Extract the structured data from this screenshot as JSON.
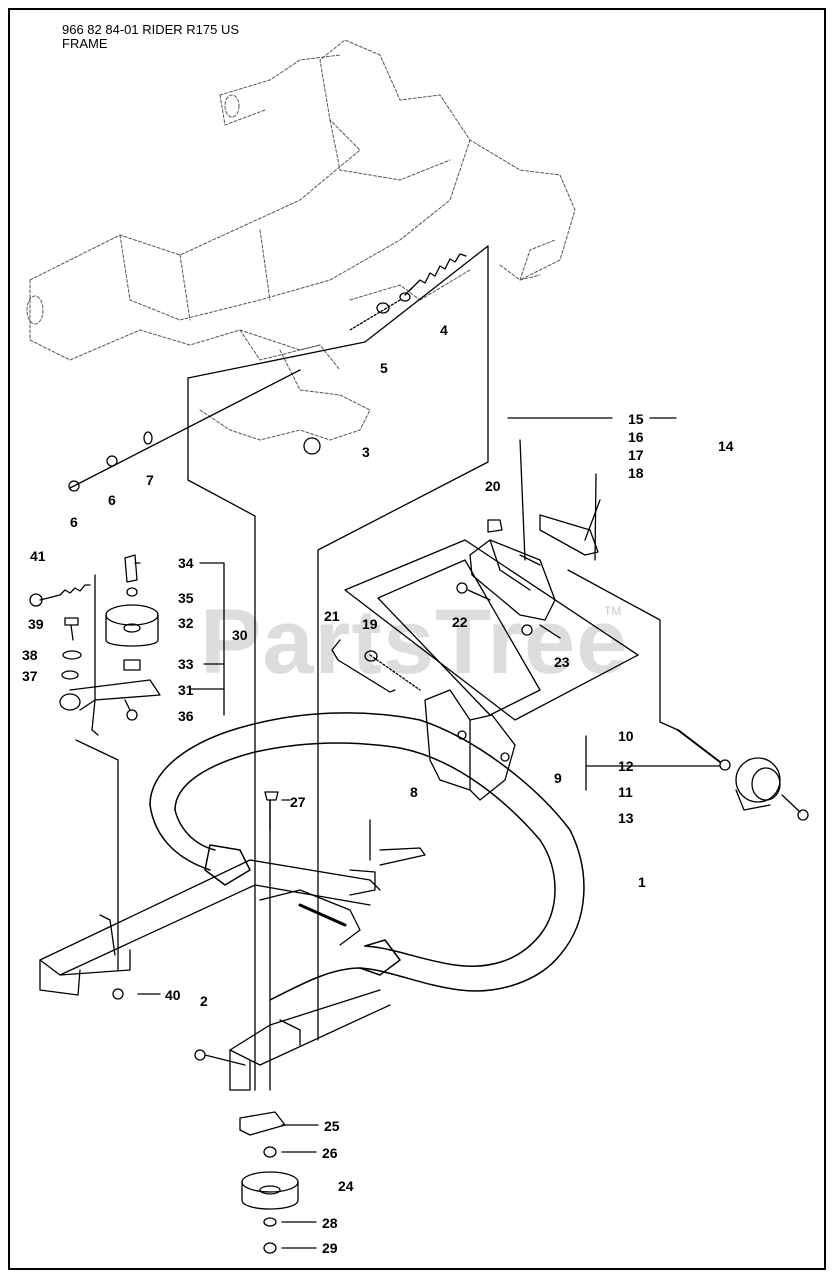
{
  "header": {
    "title_line1": "966 82 84-01 RIDER R175 US",
    "title_line2": "FRAME"
  },
  "watermark": {
    "text": "PartsTree",
    "tm": "TM"
  },
  "colors": {
    "line": "#000000",
    "background": "#ffffff",
    "watermark": "#d8d8d8"
  },
  "callouts": {
    "c1": "1",
    "c2": "2",
    "c3": "3",
    "c4": "4",
    "c5": "5",
    "c6a": "6",
    "c6b": "6",
    "c7": "7",
    "c8": "8",
    "c9": "9",
    "c10": "10",
    "c11": "11",
    "c12": "12",
    "c13": "13",
    "c14": "14",
    "c15": "15",
    "c16": "16",
    "c17": "17",
    "c18": "18",
    "c19": "19",
    "c20": "20",
    "c21": "21",
    "c22": "22",
    "c23": "23",
    "c24": "24",
    "c25": "25",
    "c26": "26",
    "c27": "27",
    "c28": "28",
    "c29": "29",
    "c30": "30",
    "c31": "31",
    "c32": "32",
    "c33": "33",
    "c34": "34",
    "c35": "35",
    "c36": "36",
    "c37": "37",
    "c38": "38",
    "c39": "39",
    "c40": "40",
    "c41": "41"
  }
}
